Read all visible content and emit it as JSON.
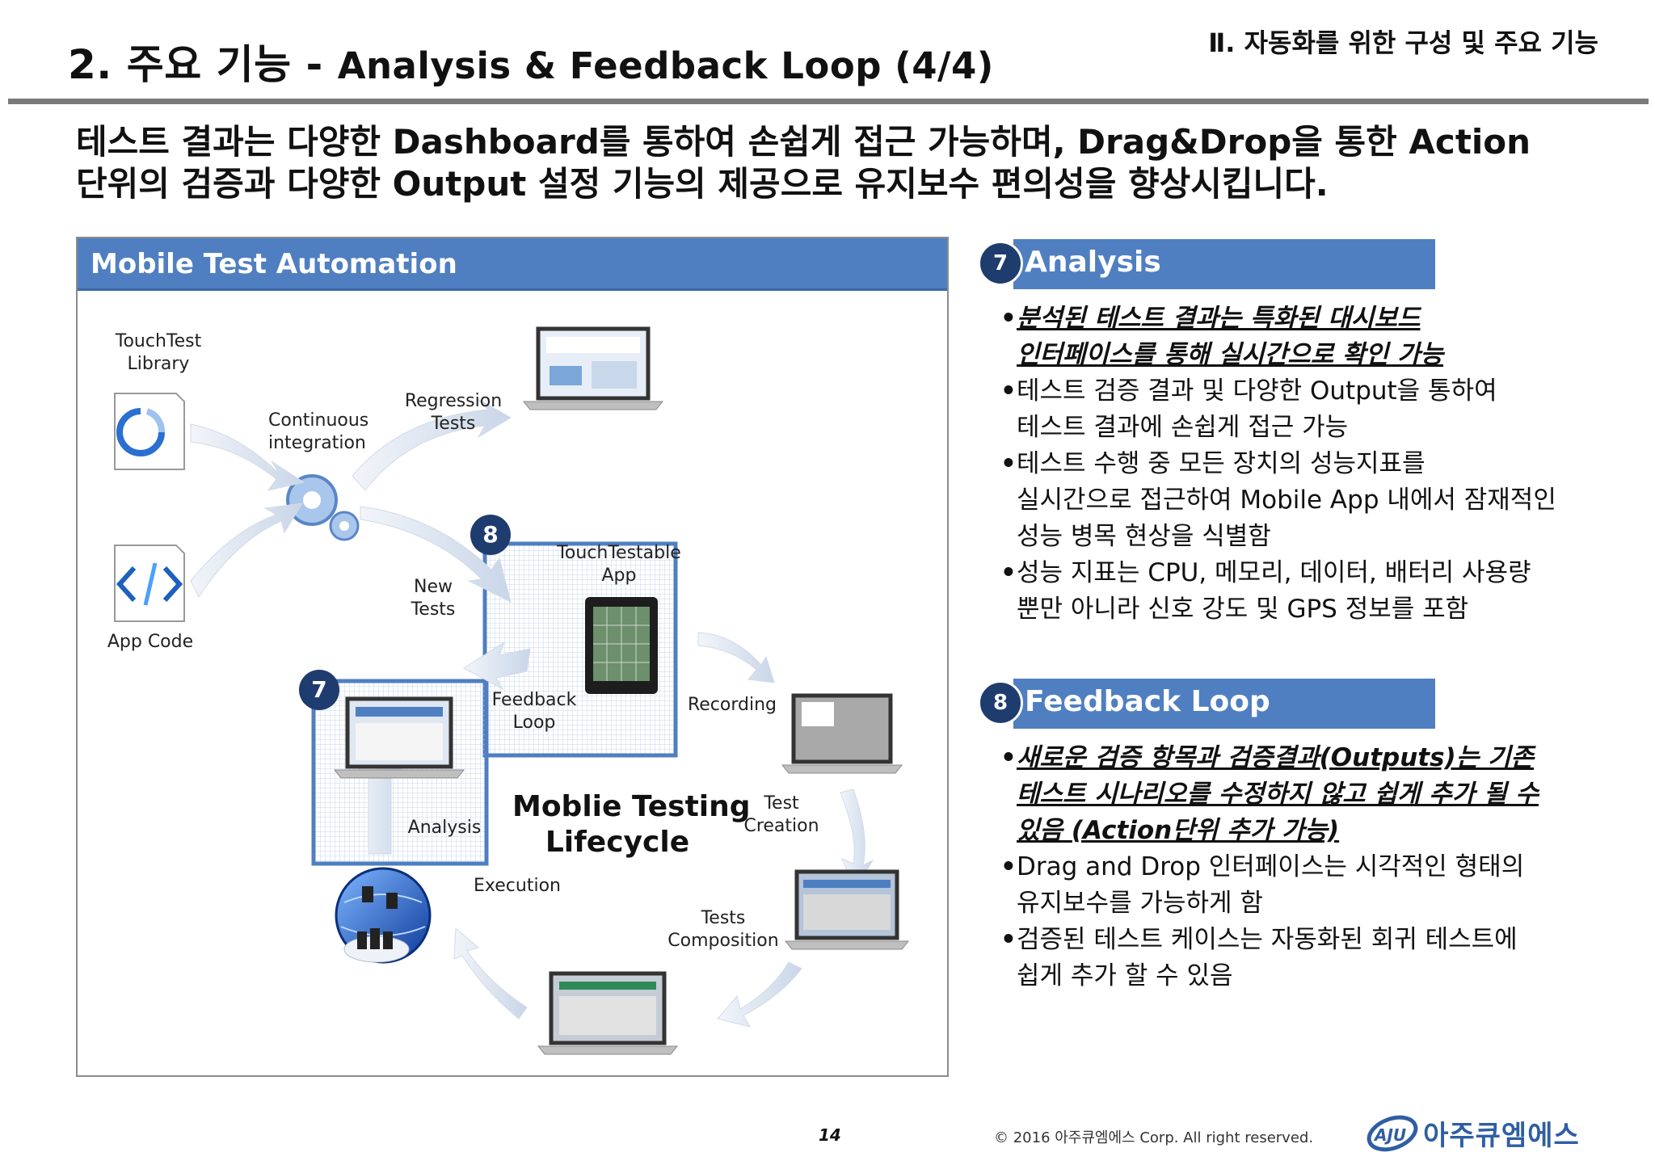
{
  "header": {
    "title_num": "2. 주요 기능",
    "title_sep": " - ",
    "title_en": "Analysis & Feedback Loop (4/4)",
    "section": "Ⅱ. 자동화를 위한 구성 및 주요 기능"
  },
  "lead": {
    "line1": "테스트 결과는 다양한 Dashboard를 통하여 손쉽게 접근 가능하며, Drag&Drop을 통한 Action",
    "line2": "단위의 검증과 다양한 Output 설정 기능의 제공으로 유지보수 편의성을 향상시킵니다."
  },
  "panel": {
    "title": "Mobile Test Automation",
    "labels": {
      "touchtest_library": [
        "TouchTest",
        "Library"
      ],
      "app_code": "App Code",
      "continuous": [
        "Continuous",
        "integration"
      ],
      "regression": [
        "Regression",
        "Tests"
      ],
      "new_tests": [
        "New",
        "Tests"
      ],
      "touchtestable": [
        "TouchTestable",
        "App"
      ],
      "feedback": [
        "Feedback",
        "Loop"
      ],
      "recording": "Recording",
      "analysis": "Analysis",
      "center": [
        "Moblie Testing",
        "Lifecycle"
      ],
      "test_creation": [
        "Test",
        "Creation"
      ],
      "execution": "Execution",
      "composition": [
        "Tests",
        "Composition"
      ]
    },
    "badge7": "7",
    "badge8": "8"
  },
  "analysis": {
    "num": "7",
    "title": "Analysis",
    "items": [
      {
        "emph": true,
        "lines": [
          "분석된 테스트 결과는 특화된 대시보드",
          "인터페이스를 통해 실시간으로 확인 가능"
        ]
      },
      {
        "emph": false,
        "lines": [
          "테스트 검증 결과 및 다양한 Output을 통하여",
          "테스트 결과에 손쉽게 접근 가능"
        ]
      },
      {
        "emph": false,
        "lines": [
          "테스트 수행 중 모든 장치의 성능지표를",
          "실시간으로 접근하여 Mobile App 내에서 잠재적인",
          "성능 병목 현상을 식별함"
        ]
      },
      {
        "emph": false,
        "lines": [
          "성능 지표는 CPU, 메모리, 데이터, 배터리 사용량",
          "뿐만 아니라 신호 강도 및 GPS 정보를 포함"
        ]
      }
    ]
  },
  "feedback": {
    "num": "8",
    "title": "Feedback Loop",
    "items": [
      {
        "emph": true,
        "lines": [
          "새로운 검증 항목과 검증결과(Outputs)는 기존",
          "테스트 시나리오를 수정하지 않고 쉽게 추가 될 수",
          "있음 (Action단위 추가 가능)"
        ]
      },
      {
        "emph": false,
        "lines": [
          "Drag and Drop 인터페이스는 시각적인 형태의",
          "유지보수를 가능하게 함"
        ]
      },
      {
        "emph": false,
        "lines": [
          "검증된 테스트 케이스는 자동화된 회귀 테스트에",
          "쉽게 추가 할 수 있음"
        ]
      }
    ]
  },
  "footer": {
    "page": "14",
    "copyright": "© 2016 아주큐엠에스 Corp. All right reserved.",
    "logo_mark": "AJU",
    "logo_text": "아주큐엠에스"
  },
  "colors": {
    "accent": "#4f7fc1",
    "badge": "#1f3c6e",
    "rule": "#7a7a7a"
  }
}
